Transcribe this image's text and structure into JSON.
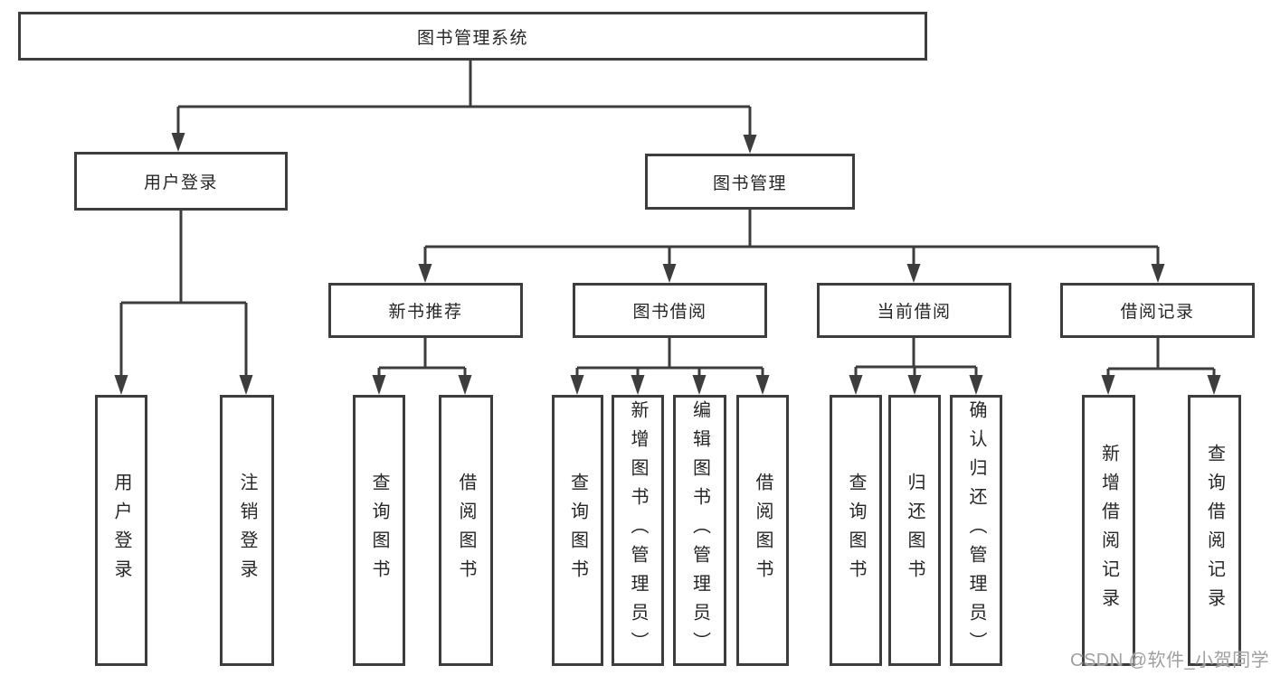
{
  "diagram": {
    "root": "图书管理系统",
    "level2": [
      "用户登录",
      "图书管理"
    ],
    "level3": [
      "新书推荐",
      "图书借阅",
      "当前借阅",
      "借阅记录"
    ],
    "leaves_user_login": [
      "用户登录",
      "注销登录"
    ],
    "leaves_new_books": [
      "查询图书",
      "借阅图书"
    ],
    "leaves_book_borrow": [
      "查询图书",
      "新增图书（管理员）",
      "编辑图书（管理员）",
      "借阅图书"
    ],
    "leaves_current_borrow": [
      "查询图书",
      "归还图书",
      "确认归还（管理员）"
    ],
    "leaves_borrow_records": [
      "新增借阅记录",
      "查询借阅记录"
    ]
  },
  "watermark": "CSDN @软件_小贺同学",
  "colors": {
    "line": "#3d3d3d",
    "text": "#262626",
    "box_background": "#ffffff",
    "watermark": "#a0a0a0"
  }
}
